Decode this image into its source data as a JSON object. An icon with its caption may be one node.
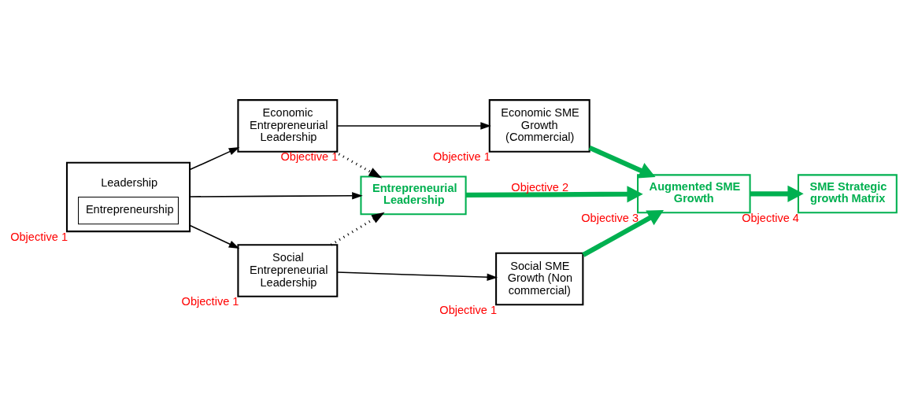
{
  "diagram": {
    "nodes": [
      {
        "text": [
          "Leadership",
          "Entrepreneurship"
        ],
        "beside": [
          "Objective 1"
        ]
      },
      {
        "text": [
          "Economic Entrepreneurial Leadership"
        ],
        "beside": [
          "Objective 1"
        ]
      },
      {
        "text": [
          "Economic SME Growth (Commercial)"
        ],
        "beside": [
          "Objective 1"
        ]
      },
      {
        "text": [
          "Entrepreneurial Leadership"
        ]
      },
      {
        "text": [
          "Augmented SME Growth"
        ],
        "beside": [
          "Objective 3"
        ]
      },
      {
        "text": [
          "SME Strategic growth Matrix"
        ],
        "beside": [
          "Objective 4"
        ]
      },
      {
        "text": [
          "Social Entrepreneurial Leadership"
        ],
        "beside": [
          "Objective 1"
        ]
      },
      {
        "text": [
          "Social SME Growth (Non commercial)"
        ],
        "beside": [
          "Objective 1"
        ]
      }
    ],
    "edges": [
      {
        "from": 0,
        "to": 1,
        "arrow": "to"
      },
      {
        "from": 0,
        "to": 3,
        "arrow": "to"
      },
      {
        "from": 0,
        "to": 6,
        "arrow": "to"
      },
      {
        "from": 1,
        "to": 2,
        "arrow": "to"
      },
      {
        "from": 1,
        "to": 3,
        "arrow": "to",
        "style": "dashed"
      },
      {
        "from": 6,
        "to": 3,
        "arrow": "to",
        "style": "dashed"
      },
      {
        "from": 6,
        "to": 7,
        "arrow": "to"
      },
      {
        "from": 2,
        "to": 4,
        "arrow": "to",
        "style": "thick",
        "color": "#00b050"
      },
      {
        "from": 3,
        "to": 4,
        "arrow": "to",
        "label": "Objective 2",
        "style": "thick",
        "color": "#00b050"
      },
      {
        "from": 7,
        "to": 4,
        "arrow": "to",
        "style": "thick",
        "color": "#00b050"
      },
      {
        "from": 4,
        "to": 5,
        "arrow": "to",
        "style": "thick",
        "color": "#00b050"
      }
    ]
  }
}
